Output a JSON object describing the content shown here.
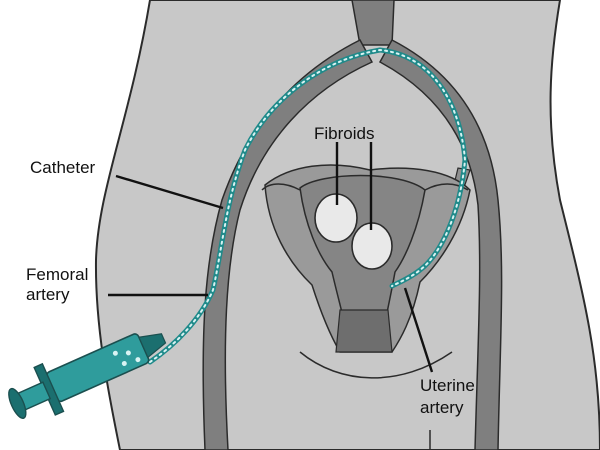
{
  "labels": {
    "fibroids": "Fibroids",
    "catheter": "Catheter",
    "femoral_line1": "Femoral",
    "femoral_line2": "artery",
    "uterine_line1": "Uterine",
    "uterine_line2": "artery"
  },
  "colors": {
    "body": "#c8c8c8",
    "outline": "#2b2b2b",
    "artery": "#7f7f7f",
    "organ": "#9a9a9a",
    "organ_dark": "#6e6e6e",
    "fibroid": "#e9e9e9",
    "catheter": "#1f8a8a",
    "catheter_dots": "#d9f3f3",
    "syringe": "#2f9c9c",
    "syringe_dark": "#1b6f6f",
    "text": "#111111"
  }
}
